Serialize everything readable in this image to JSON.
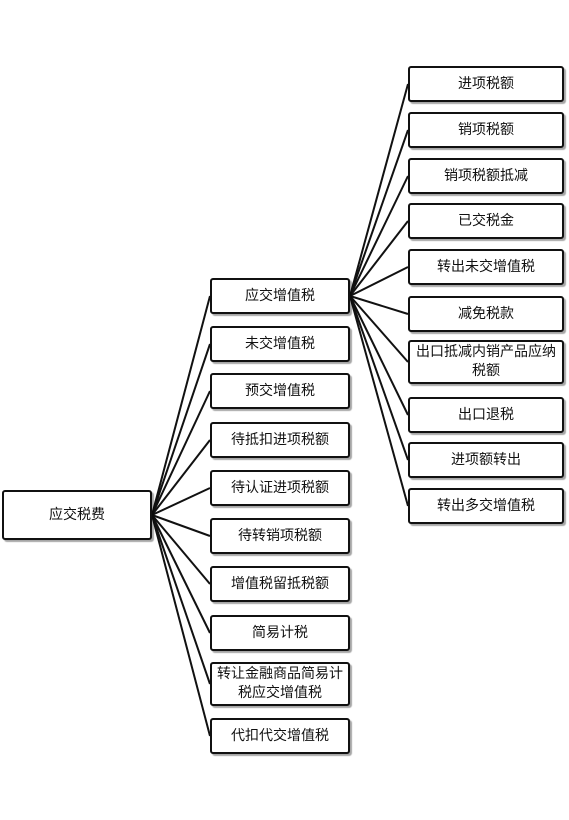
{
  "root": "应交税费",
  "level1": [
    "应交增值税",
    "未交增值税",
    "预交增值税",
    "待抵扣进项税额",
    "待认证进项税额",
    "待转销项税额",
    "增值税留抵税额",
    "简易计税",
    "转让金融商品简易计\n税应交增值税",
    "代扣代交增值税"
  ],
  "level2": [
    "进项税额",
    "销项税额",
    "销项税额抵减",
    "已交税金",
    "转出未交增值税",
    "减免税款",
    "出口抵减内销产品应纳\n税额",
    "出口退税",
    "进项额转出",
    "转出多交增值税"
  ],
  "colors": {
    "line": "#111111",
    "box_border": "#111111",
    "background": "#ffffff"
  }
}
